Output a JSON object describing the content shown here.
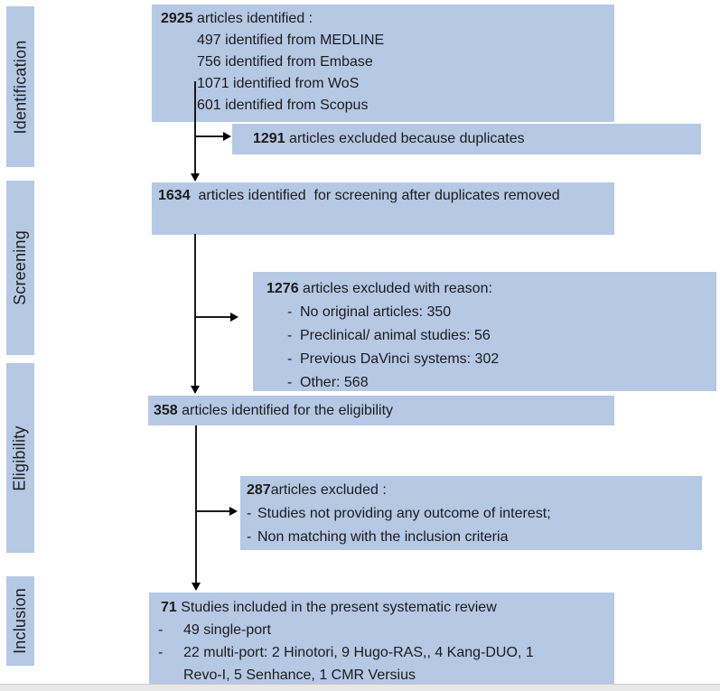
{
  "stage_labels": [
    "Identification",
    "Screening",
    "Eligibility",
    "Inclusion"
  ],
  "flow": {
    "identified": {
      "count": "2925",
      "label": " articles identified :",
      "sources": [
        "497 identified from MEDLINE",
        "756 identified from Embase",
        "1071 identified from WoS",
        "601 identified from Scopus"
      ]
    },
    "duplicates_excluded": {
      "count": "1291",
      "label": " articles excluded because duplicates"
    },
    "screening": {
      "count": "1634",
      "label": "  articles identified  for screening after duplicates removed"
    },
    "screening_excluded": {
      "count": "1276",
      "label": " articles excluded with reason:",
      "reasons": [
        "No original articles: 350",
        "Preclinical/ animal studies: 56",
        "Previous DaVinci systems: 302",
        "Other: 568"
      ]
    },
    "eligibility": {
      "count": "358",
      "label": " articles identified for the eligibility"
    },
    "eligibility_excluded": {
      "count": "287",
      "label": "articles excluded :",
      "reasons": [
        "Studies not providing any outcome of interest;",
        "Non matching with the inclusion criteria"
      ]
    },
    "included": {
      "count": "71",
      "label": " Studies included in the present systematic review",
      "details": [
        "49 single-port",
        "22 multi-port: 2 Hinotori, 9 Hugo-RAS,, 4 Kang-DUO, 1 Revo-I, 5 Senhance, 1 CMR Versius"
      ]
    }
  },
  "misc": {
    "bullet": "-"
  },
  "colors": {
    "box_fill": "#b5c8e4",
    "text": "#1c1c1c",
    "arrow": "#000000",
    "footer_strip": "#e8e8e8"
  }
}
